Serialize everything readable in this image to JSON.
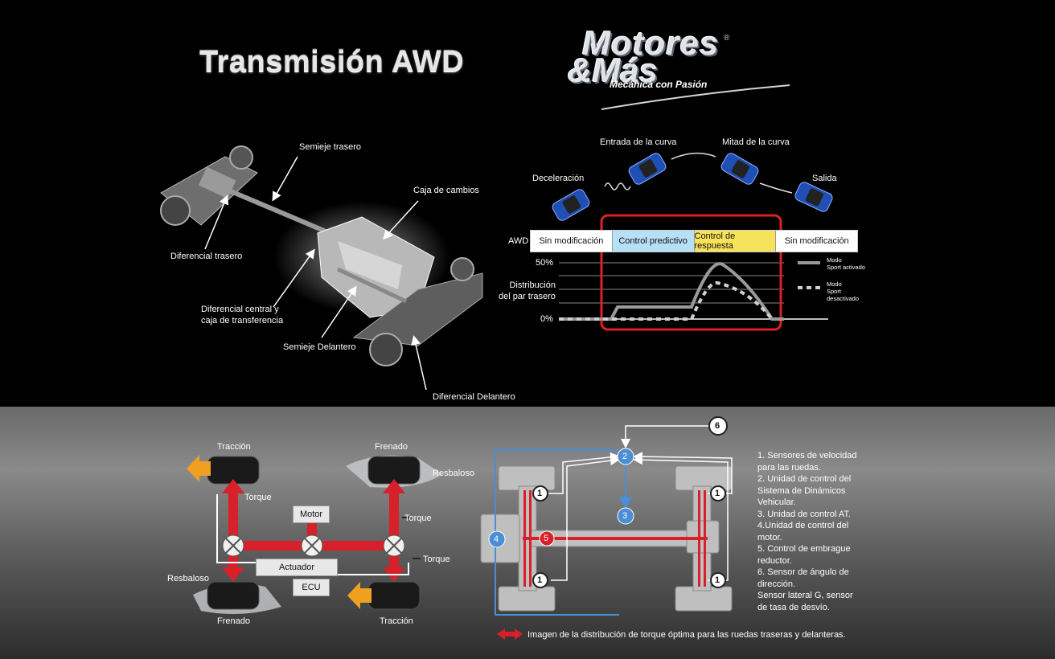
{
  "title": "Transmisión AWD",
  "logo": {
    "line1": "Motores",
    "line2": "&Más",
    "tagline": "Mecánica con Pasión",
    "reg": "®"
  },
  "drivetrain_labels": {
    "semieje_trasero": "Semieje trasero",
    "caja_cambios": "Caja de cambios",
    "diferencial_trasero": "Diferencial trasero",
    "diferencial_central": "Diferencial central y\ncaja de transferencia",
    "semieje_delantero": "Semieje Delantero",
    "diferencial_delantero": "Diferencial Delantero"
  },
  "curve_stages": {
    "deceleracion": "Deceleración",
    "entrada": "Entrada de la curva",
    "mitad": "Mitad de la curva",
    "salida": "Salida"
  },
  "awd_row": {
    "label": "AWD",
    "cells": [
      "Sin modificación",
      "Control predictivo",
      "Control de respuesta",
      "Sin modificación"
    ],
    "cell_colors": [
      "#ffffff",
      "#b6e0f5",
      "#f7e35a",
      "#ffffff"
    ]
  },
  "torque_chart": {
    "y_label": "Distribución\ndel par trasero",
    "y_ticks": [
      "50%",
      "0%"
    ],
    "legend": [
      {
        "name": "Modo\nSport activado",
        "style": "solid"
      },
      {
        "name": "Modo\nSport\ndesactivado",
        "style": "dashed"
      }
    ],
    "highlight_color": "#e02020"
  },
  "wheels_diagram": {
    "traccion": "Tracción",
    "frenado": "Frenado",
    "resbaloso": "Resbaloso",
    "torque": "Torque",
    "motor": "Motor",
    "actuador": "Actuador",
    "ecu": "ECU"
  },
  "system_diagram": {
    "nodes": [
      "1",
      "2",
      "3",
      "4",
      "5",
      "6"
    ],
    "legend_items": [
      "1. Sensores de velocidad\n    para las ruedas.",
      "2. Unidad de control del\n    Sistema de Dinámicos\n    Vehicular.",
      "3. Unidad de control AT.",
      "4.Unidad de control del\n    motor.",
      "5. Control de embrague\n    reductor.",
      "6. Sensor de ángulo de\n    dirección.\n    Sensor lateral G, sensor\n    de tasa de desvío."
    ],
    "footnote": "Imagen de la distribución de torque óptima para las ruedas traseras y delanteras."
  },
  "colors": {
    "torque_red": "#d8202a",
    "node_blue": "#4a8fd6",
    "node_red": "#d8202a",
    "arrow_orange": "#f0a020"
  }
}
